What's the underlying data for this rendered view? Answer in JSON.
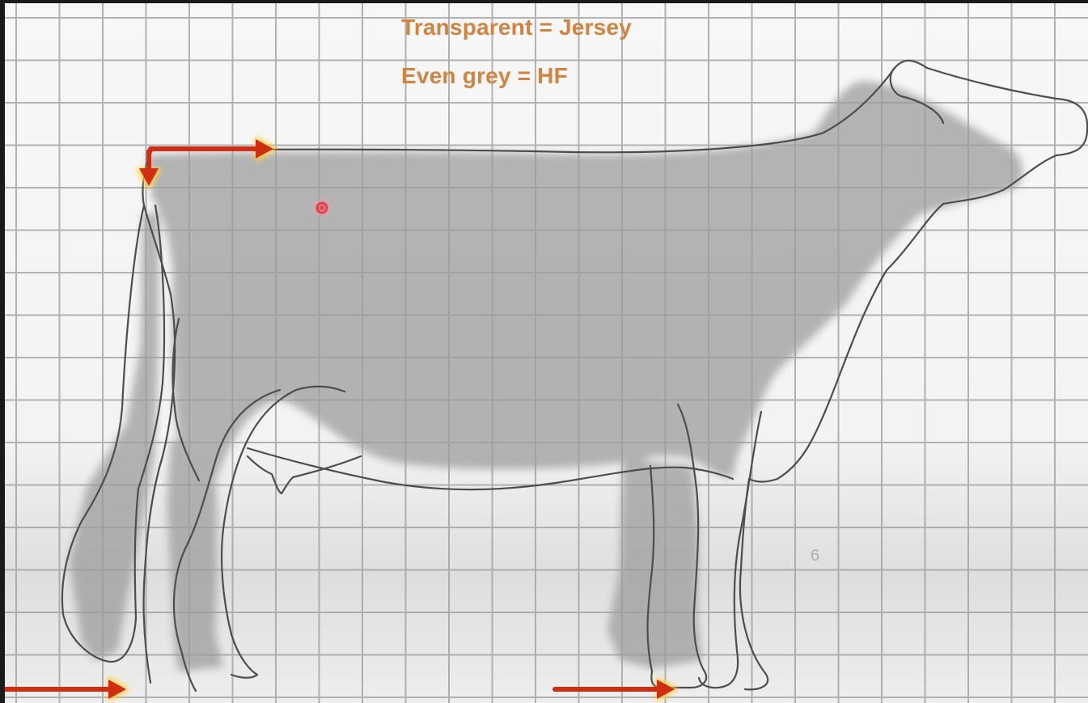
{
  "legend": {
    "jersey": "Transparent = Jersey",
    "hf": "Even grey = HF"
  },
  "slide_number": "6",
  "colors": {
    "caption": "#d0843f",
    "arrow_fill": "#cf2e12",
    "arrow_glow": "#ffd23a",
    "hf_silhouette": "#9a9a9a",
    "jersey_outline": "#4a4a4a",
    "grid_line": "#9c9c9c",
    "laser_pointer": "#e8394a"
  },
  "icons": {
    "arrow": "arrow-icon",
    "pointer": "laser-pointer-icon"
  }
}
